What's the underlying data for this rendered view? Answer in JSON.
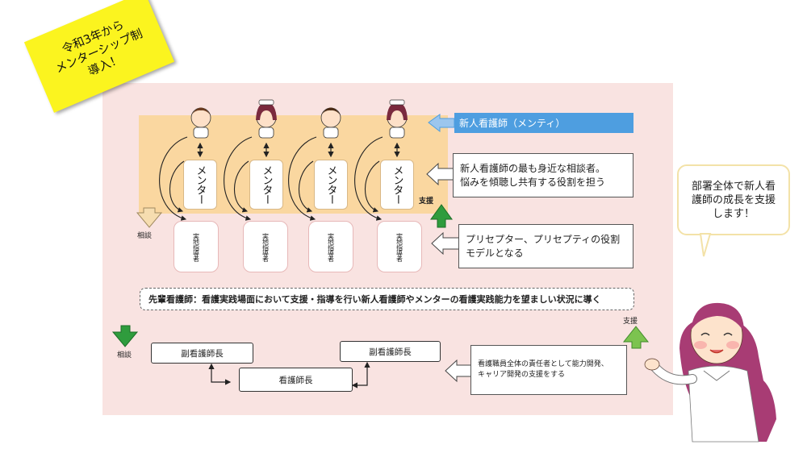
{
  "sticky_note": {
    "lines": [
      "令和3年から",
      "メンターシップ制",
      "導入！"
    ]
  },
  "mentee_label": "新人看護師（メンティ）",
  "mentor_labels": [
    "メンター",
    "メンター",
    "メンター",
    "メンター"
  ],
  "preceptor_labels": [
    "実地指導者",
    "実地指導者",
    "実地指導者",
    "実地指導者"
  ],
  "descriptions": {
    "mentor": [
      "新人看護師の最も身近な相談者。",
      "悩みを傾聴し共有する役割を担う"
    ],
    "preceptor": [
      "プリセプター、プリセプティの役割",
      "モデルとなる"
    ],
    "head_nurse": [
      "看護職員全体の責任者として能力開発、",
      "キャリア開発の支援をする"
    ]
  },
  "senior_nurse_text": "先輩看護師：看護実践場面において支援・指導を行い新人看護師やメンターの看護実践能力を望ましい状況に導く",
  "labels": {
    "consult_top": "相談",
    "support_top": "支援",
    "consult_bottom": "相談",
    "support_bottom": "支援"
  },
  "management": {
    "deputy_left": "副看護師長",
    "deputy_right": "副看護師長",
    "head": "看護師長"
  },
  "speech_bubble": {
    "lines": [
      "部署全体で新人看",
      "護師の成長を支援",
      "します！"
    ]
  }
}
